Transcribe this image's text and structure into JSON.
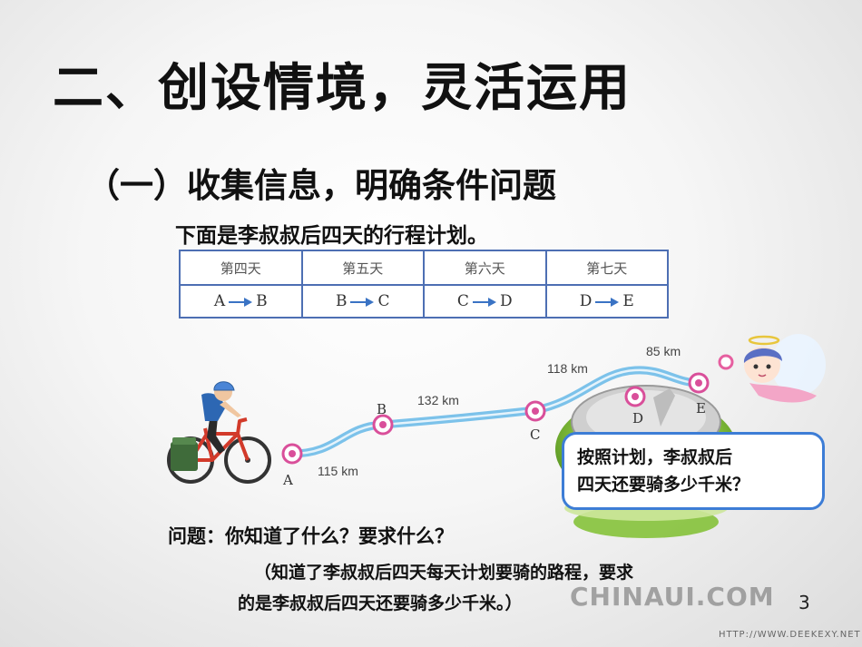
{
  "title": "二、创设情境，灵活运用",
  "subtitle": "（一）收集信息，明确条件问题",
  "intro": "下面是李叔叔后四天的行程计划。",
  "plan_table": {
    "headers": [
      "第四天",
      "第五天",
      "第六天",
      "第七天"
    ],
    "routes": [
      {
        "from": "A",
        "to": "B"
      },
      {
        "from": "B",
        "to": "C"
      },
      {
        "from": "C",
        "to": "D"
      },
      {
        "from": "D",
        "to": "E"
      }
    ]
  },
  "map": {
    "points": [
      "A",
      "B",
      "C",
      "D",
      "E"
    ],
    "distances": [
      "115 km",
      "132 km",
      "118 km",
      "85 km"
    ],
    "route_color": "#7cc2ea",
    "marker_color": "#d94f9a"
  },
  "speech_bubble": {
    "line1": "按照计划，李叔叔后",
    "line2": "四天还要骑多少千米？"
  },
  "question": "问题：你知道了什么？要求什么？",
  "answer": {
    "line1": "（知道了李叔叔后四天每天计划要骑的路程，要求",
    "line2": "的是李叔叔后四天还要骑多少千米。）"
  },
  "page_number": "3",
  "watermark": {
    "main": "CHINAUI.COM",
    "footer": "HTTP://WWW.DEEKEXY.NET"
  }
}
